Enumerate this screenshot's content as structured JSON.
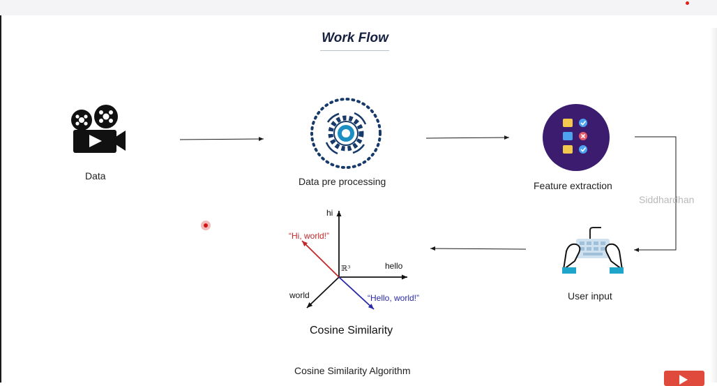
{
  "diagram": {
    "title": "Work Flow",
    "nodes": {
      "data": {
        "label": "Data",
        "icon": "film-camera-icon"
      },
      "preprocessing": {
        "label": "Data pre processing",
        "icon": "gear-process-icon"
      },
      "feature_extraction": {
        "label": "Feature extraction",
        "icon": "checklist-icon"
      },
      "user_input": {
        "label": "User input",
        "icon": "keyboard-typing-icon"
      }
    },
    "cosine_figure": {
      "axis_hi": "hi",
      "axis_hello": "hello",
      "axis_world": "world",
      "space_label": "ℝ³",
      "vector_hi_world": "“Hi, world!”",
      "vector_hello_world": "“Hello, world!”",
      "caption": "Cosine Similarity",
      "colors": {
        "hi_world": "#c0282a",
        "hello_world": "#2a2aa8"
      }
    },
    "algorithm_label": "Cosine Similarity Algorithm",
    "watermark": "Siddhardhan",
    "colors": {
      "title": "#16203f",
      "feature_circle": "#3b1c6e",
      "gear": "#173a6a",
      "gear_core": "#1b8ec4",
      "arrow": "#1a1a1a"
    }
  }
}
